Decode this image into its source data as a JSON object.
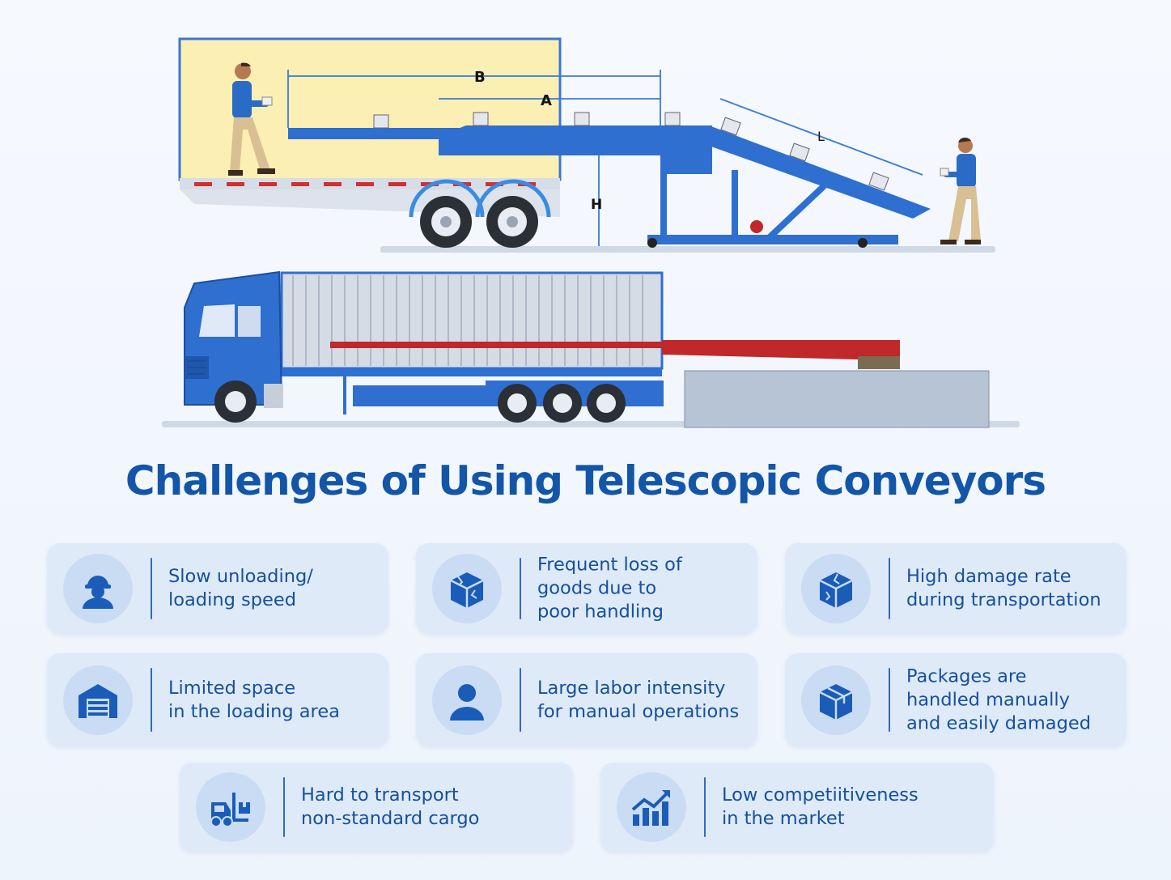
{
  "diagram": {
    "labels": {
      "b": "B",
      "a": "A",
      "h": "H",
      "l": "L"
    }
  },
  "title": "Challenges of Using Telescopic Conveyors",
  "challenges": [
    {
      "icon": "worker-helmet-icon",
      "text": "Slow unloading/\nloading speed"
    },
    {
      "icon": "damaged-box-icon",
      "text": "Frequent loss of\ngoods due to\npoor handling"
    },
    {
      "icon": "broken-box-icon",
      "text": "High damage rate\nduring transportation"
    },
    {
      "icon": "warehouse-icon",
      "text": "Limited space\nin the loading area"
    },
    {
      "icon": "person-icon",
      "text": "Large labor intensity\nfor manual operations"
    },
    {
      "icon": "package-icon",
      "text": "Packages are\nhandled manually\nand easily damaged"
    },
    {
      "icon": "forklift-icon",
      "text": "Hard to transport\nnon-standard cargo"
    },
    {
      "icon": "growth-chart-icon",
      "text": "Low competiitiveness\nin the market"
    }
  ],
  "colors": {
    "title": "#1356a8",
    "conveyor_blue": "#2f6fd0",
    "conveyor_red": "#c0282a",
    "card_bg": "#dfeaf8",
    "icon_blue": "#1a5cb8"
  }
}
